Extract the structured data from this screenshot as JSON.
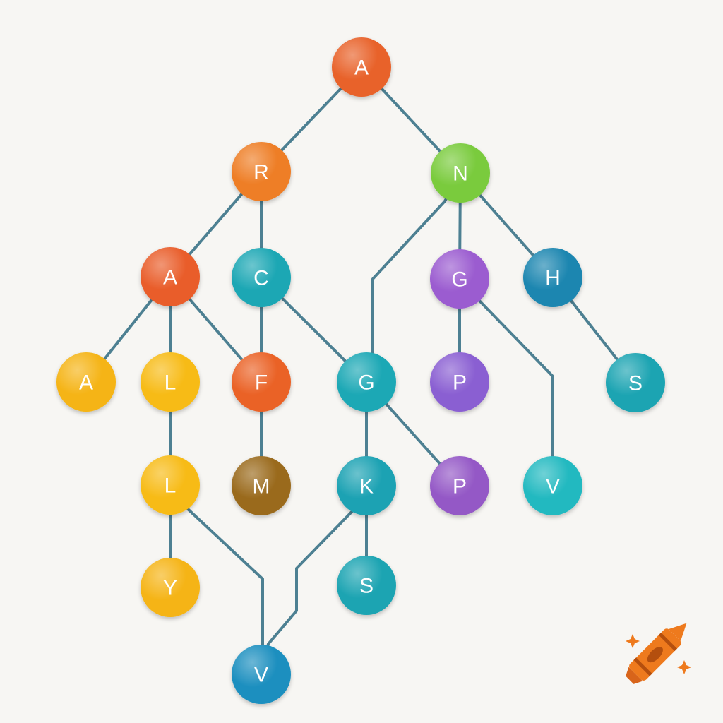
{
  "diagram": {
    "nodes": [
      {
        "id": "n_root_a",
        "label": "A",
        "color": "#e8622a"
      },
      {
        "id": "n_r",
        "label": "R",
        "color": "#ee7e26"
      },
      {
        "id": "n_n",
        "label": "N",
        "color": "#7acb3e"
      },
      {
        "id": "n_a2",
        "label": "A",
        "color": "#e95d2a"
      },
      {
        "id": "n_c",
        "label": "C",
        "color": "#1ea7b4"
      },
      {
        "id": "n_g1",
        "label": "G",
        "color": "#9b5bd0"
      },
      {
        "id": "n_h",
        "label": "H",
        "color": "#1b86b0"
      },
      {
        "id": "n_a3",
        "label": "A",
        "color": "#f5b412"
      },
      {
        "id": "n_l1",
        "label": "L",
        "color": "#f7bb14"
      },
      {
        "id": "n_f",
        "label": "F",
        "color": "#ea6228"
      },
      {
        "id": "n_g2",
        "label": "G",
        "color": "#1ea8b5"
      },
      {
        "id": "n_p1",
        "label": "P",
        "color": "#8a5fd2"
      },
      {
        "id": "n_s1",
        "label": "S",
        "color": "#1ea4b2"
      },
      {
        "id": "n_l2",
        "label": "L",
        "color": "#f7bb14"
      },
      {
        "id": "n_m",
        "label": "M",
        "color": "#9a6a1c"
      },
      {
        "id": "n_k",
        "label": "K",
        "color": "#1ea2b3"
      },
      {
        "id": "n_p2",
        "label": "P",
        "color": "#9458c6"
      },
      {
        "id": "n_v1",
        "label": "V",
        "color": "#24b9c0"
      },
      {
        "id": "n_y",
        "label": "Y",
        "color": "#f5b412"
      },
      {
        "id": "n_s2",
        "label": "S",
        "color": "#1ea4b2"
      },
      {
        "id": "n_v2",
        "label": "V",
        "color": "#1b8fbf"
      }
    ],
    "edges": [
      [
        "n_root_a",
        "n_r"
      ],
      [
        "n_root_a",
        "n_n"
      ],
      [
        "n_r",
        "n_a2"
      ],
      [
        "n_r",
        "n_c"
      ],
      [
        "n_n",
        "n_g1"
      ],
      [
        "n_n",
        "n_h"
      ],
      [
        "n_n",
        "n_g2"
      ],
      [
        "n_a2",
        "n_a3"
      ],
      [
        "n_a2",
        "n_l1"
      ],
      [
        "n_a2",
        "n_f"
      ],
      [
        "n_c",
        "n_f"
      ],
      [
        "n_c",
        "n_g2"
      ],
      [
        "n_g1",
        "n_p1"
      ],
      [
        "n_g1",
        "n_v1"
      ],
      [
        "n_h",
        "n_s1"
      ],
      [
        "n_l1",
        "n_l2"
      ],
      [
        "n_f",
        "n_m"
      ],
      [
        "n_g2",
        "n_k"
      ],
      [
        "n_g2",
        "n_p2"
      ],
      [
        "n_l2",
        "n_y"
      ],
      [
        "n_l2",
        "n_v2"
      ],
      [
        "n_k",
        "n_s2"
      ],
      [
        "n_k",
        "n_v2"
      ]
    ]
  },
  "logo": {
    "icon": "crayon-icon",
    "color": "#ee7a1d"
  }
}
